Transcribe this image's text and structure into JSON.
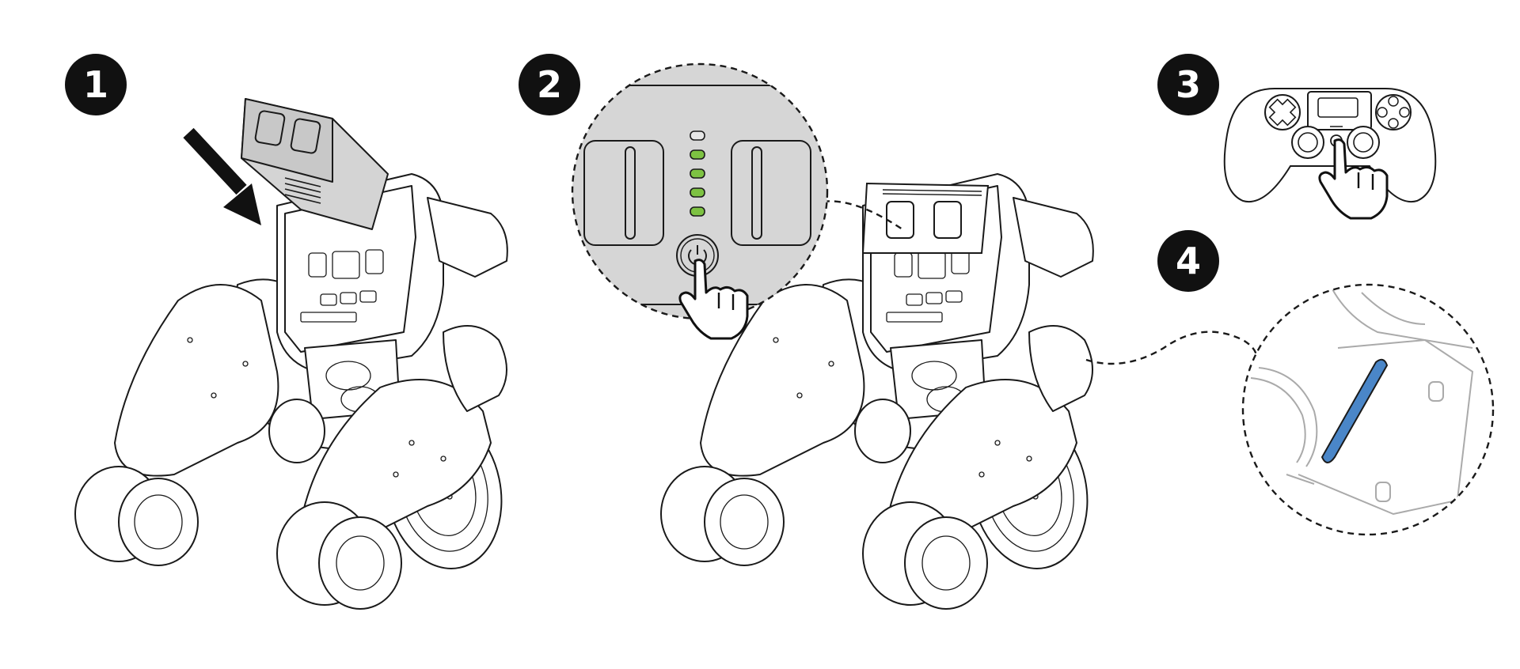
{
  "steps": [
    {
      "number": "1"
    },
    {
      "number": "2"
    },
    {
      "number": "3"
    },
    {
      "number": "4"
    }
  ],
  "colors": {
    "badge": "#111111",
    "led_green": "#7dc242",
    "light_bar_blue": "#4a86c8",
    "battery_gray": "#d4d4d4",
    "zoom_background": "#d6d6d6"
  },
  "icons": [
    "insert-arrow-icon",
    "power-icon",
    "pointing-hand-icon",
    "gamepad-icon",
    "light-bar"
  ],
  "zoom_panel": {
    "led_count": 5,
    "lit_leds": 4
  }
}
